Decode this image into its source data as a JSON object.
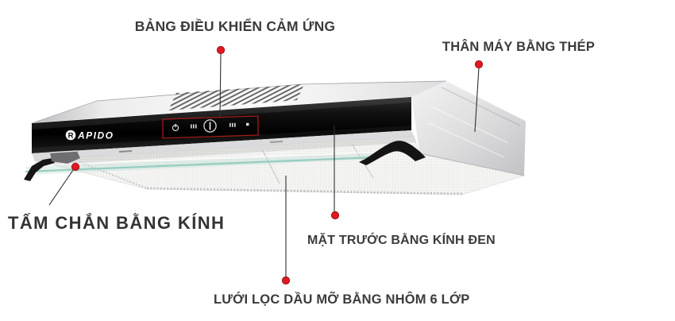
{
  "product": {
    "brand": {
      "letter": "R",
      "rest": "APIDO"
    }
  },
  "callouts": {
    "control_panel": "BẢNG ĐIỀU KHIỂN CẢM ỨNG",
    "steel_body": "THÂN MÁY BẰNG THÉP",
    "glass_shield": "TẤM CHẮN BẰNG KÍNH",
    "black_glass_front": "MẶT TRƯỚC BẰNG KÍNH ĐEN",
    "grease_filter": "LƯỚI LỌC DẦU MỠ BẰNG NHÔM 6 LỚP"
  },
  "control_icons": [
    "power-icon",
    "fan-speed-icon",
    "display-ring-icon",
    "fan-speed-icon",
    "light-icon"
  ],
  "colors": {
    "background": "#ffffff",
    "label_text": "#3b3b3b",
    "dot_fill": "#e2191f",
    "dot_edge": "#991016",
    "callout_line": "#2f2f2f",
    "control_outline": "#a31b1b",
    "glass_edge": "#8fcabb",
    "panel_black": "#0a0a0a"
  }
}
